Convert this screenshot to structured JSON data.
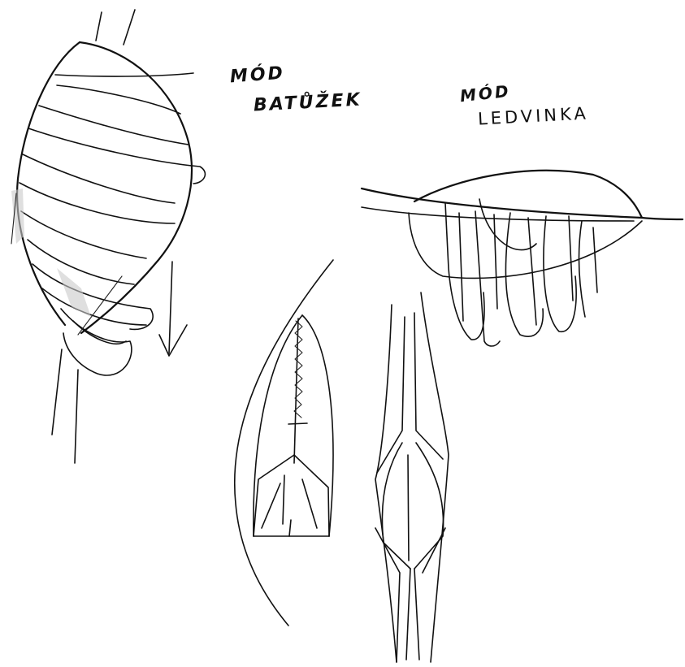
{
  "sketch": {
    "labels": {
      "backpack_mode": "MÓD",
      "backpack_name": "BATŮŽEK",
      "waistbag_mode": "MÓD",
      "waistbag_name": "LEDVINKA"
    }
  }
}
